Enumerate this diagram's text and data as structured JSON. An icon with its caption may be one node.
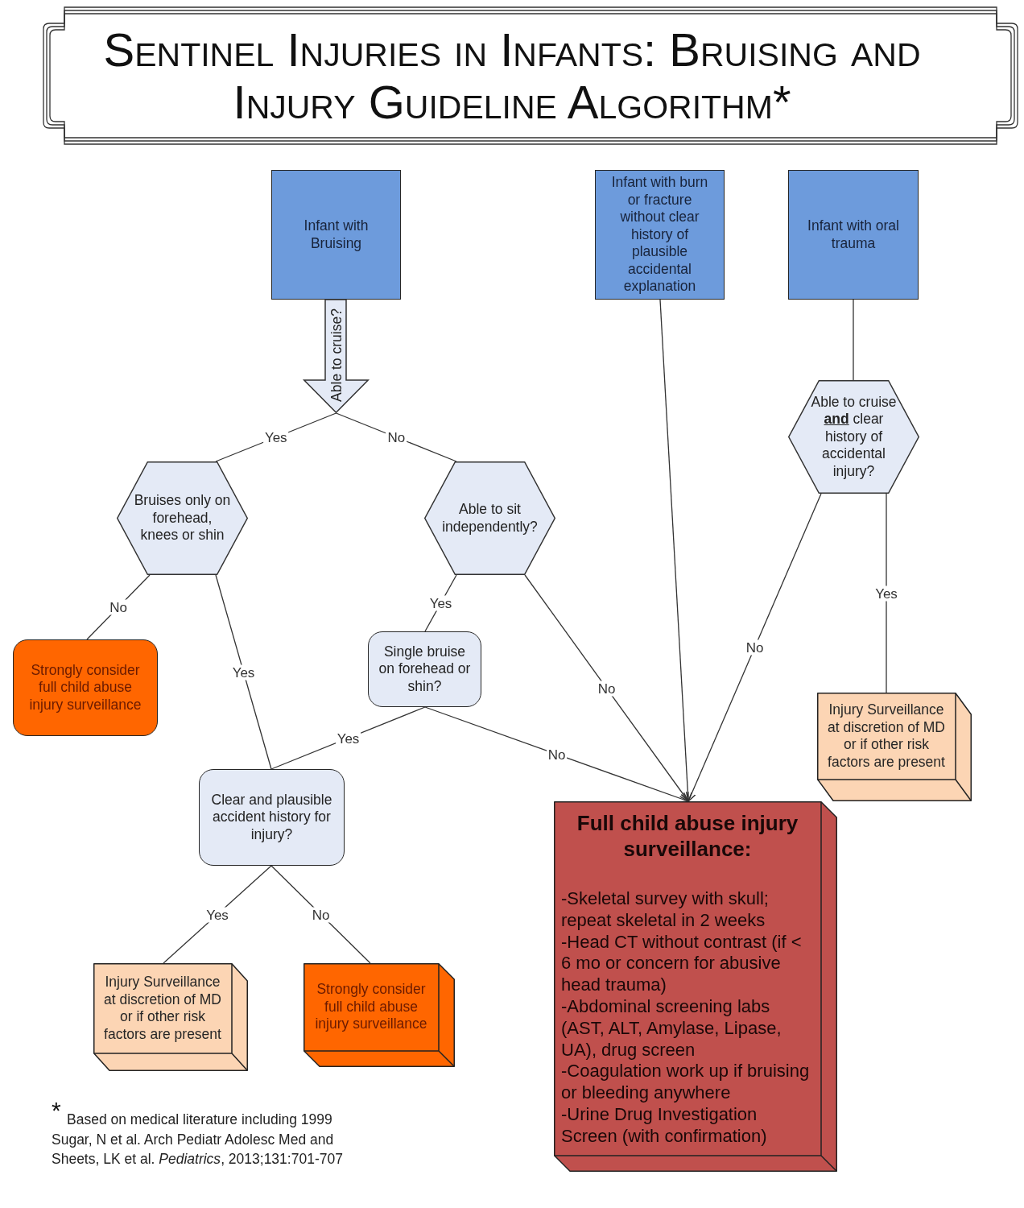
{
  "diagram": {
    "title": "Sentinel Injuries in Infants: Bruising and Injury Guideline Algorithm*",
    "nodes": [
      {
        "text": [
          "Infant with Bruising"
        ]
      },
      {
        "text": [
          "Infant with burn or fracture without clear history of plausible accidental explanation"
        ]
      },
      {
        "text": [
          "Infant with oral trauma"
        ]
      },
      {
        "text": [
          "Able to cruise?"
        ]
      },
      {
        "text": [
          "Able to cruise **and** clear history of accidental injury?"
        ]
      },
      {
        "text": [
          "Bruises only on forehead, knees or shin"
        ]
      },
      {
        "text": [
          "Able to sit independently?"
        ]
      },
      {
        "text": [
          "Strongly consider full child abuse injury surveillance"
        ]
      },
      {
        "text": [
          "Single bruise on forehead or shin?"
        ]
      },
      {
        "text": [
          "Injury Surveillance at discretion of MD or if other risk factors are present"
        ]
      },
      {
        "text": [
          "Clear and plausible accident history for injury?"
        ]
      },
      {
        "text": [
          "Full child abuse injury surveillance:",
          "-Skeletal survey with skull; repeat skeletal in 2 weeks",
          "-Head CT without contrast (if < 6 mo or concern for abusive head trauma)",
          "-Abdominal screening labs (AST, ALT, Amylase, Lipase, UA), drug screen",
          "-Coagulation work up if bruising or bleeding anywhere",
          "-Urine Drug Investigation Screen (with confirmation)"
        ]
      },
      {
        "text": [
          "Injury Surveillance at discretion of MD or if other risk factors are present"
        ]
      },
      {
        "text": [
          "Strongly consider full child abuse injury surveillance"
        ]
      }
    ],
    "edges": [
      {
        "from": 3,
        "to": 5,
        "arrow": "none",
        "label": "Yes"
      },
      {
        "from": 3,
        "to": 6,
        "arrow": "none",
        "label": "No"
      },
      {
        "from": 5,
        "to": 7,
        "arrow": "none",
        "label": "No"
      },
      {
        "from": 5,
        "to": 10,
        "arrow": "none",
        "label": "Yes"
      },
      {
        "from": 6,
        "to": 8,
        "arrow": "none",
        "label": "Yes"
      },
      {
        "from": 6,
        "to": 11,
        "arrow": "to",
        "label": "No"
      },
      {
        "from": 8,
        "to": 10,
        "arrow": "none",
        "label": "Yes"
      },
      {
        "from": 8,
        "to": 11,
        "arrow": "to",
        "label": "No"
      },
      {
        "from": 1,
        "to": 11,
        "arrow": "to"
      },
      {
        "from": 2,
        "to": 4,
        "arrow": "none"
      },
      {
        "from": 4,
        "to": 11,
        "arrow": "to",
        "label": "No"
      },
      {
        "from": 4,
        "to": 9,
        "arrow": "none",
        "label": "Yes"
      },
      {
        "from": 10,
        "to": 12,
        "arrow": "none",
        "label": "Yes"
      },
      {
        "from": 10,
        "to": 13,
        "arrow": "none",
        "label": "No"
      }
    ],
    "labels": [
      "*"
    ],
    "caption": "Based on medical literature including 1999 Sugar, N et al. Arch Pediatr Adolesc Med and Sheets, LK et al. *Pediatrics*, 2013;131:701-707"
  }
}
